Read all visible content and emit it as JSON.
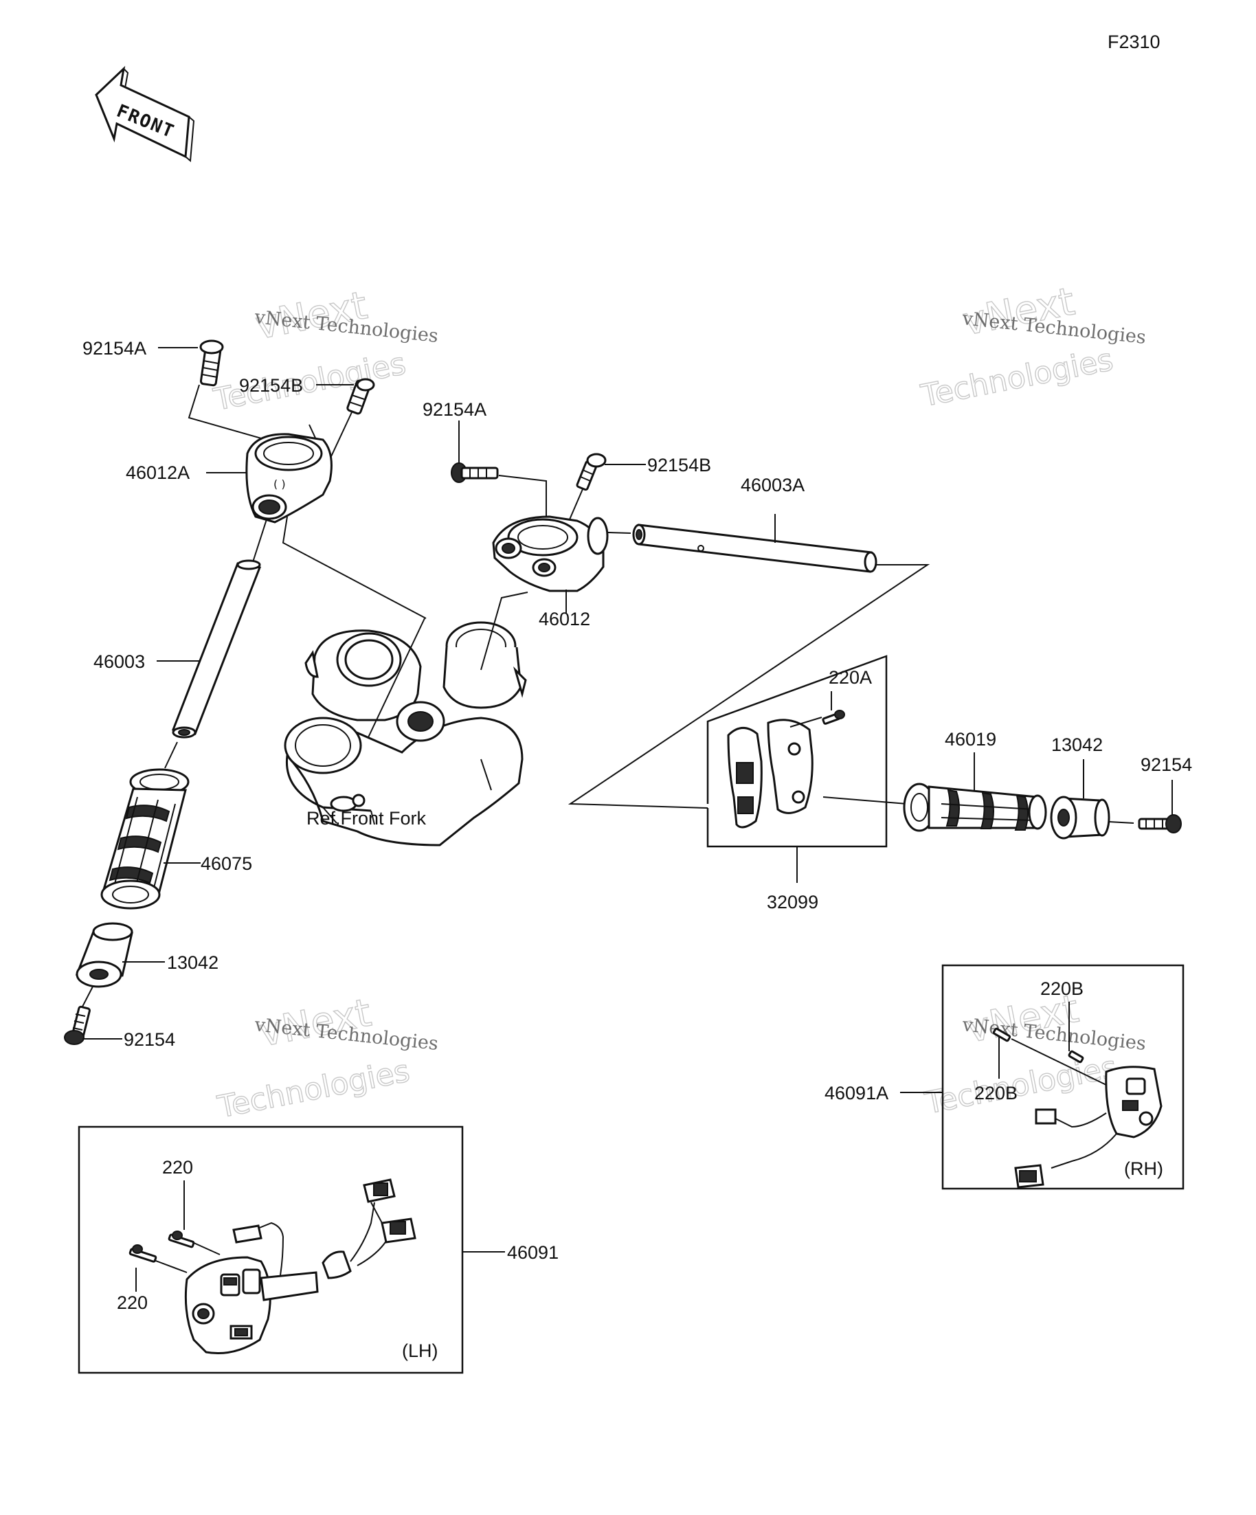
{
  "figure_code": "F2310",
  "front_arrow": {
    "text": "FRONT",
    "icon": "front-direction-arrow-icon"
  },
  "watermark": {
    "line1": "vNext Technologies",
    "line2": "vNext",
    "line3": "Technologies"
  },
  "labels": {
    "top_left_bolt_a": "92154A",
    "top_left_bolt_b": "92154B",
    "left_holder": "46012A",
    "left_pipe": "46003",
    "left_grip": "46075",
    "left_weight": "13042",
    "left_end_bolt": "92154",
    "center_bolt_a": "92154A",
    "center_bolt_b": "92154B",
    "right_holder": "46012",
    "right_pipe": "46003A",
    "ref_fork": "Ref.Front Fork",
    "screw_220a": "220A",
    "right_grip": "46019",
    "right_weight": "13042",
    "right_end_bolt": "92154",
    "throttle_case": "32099",
    "rh_screw_top": "220B",
    "rh_screw_bottom": "220B",
    "rh_switch": "46091A",
    "rh_side": "(RH)",
    "lh_screw_top": "220",
    "lh_screw_bottom": "220",
    "lh_switch": "46091",
    "lh_side": "(LH)"
  }
}
